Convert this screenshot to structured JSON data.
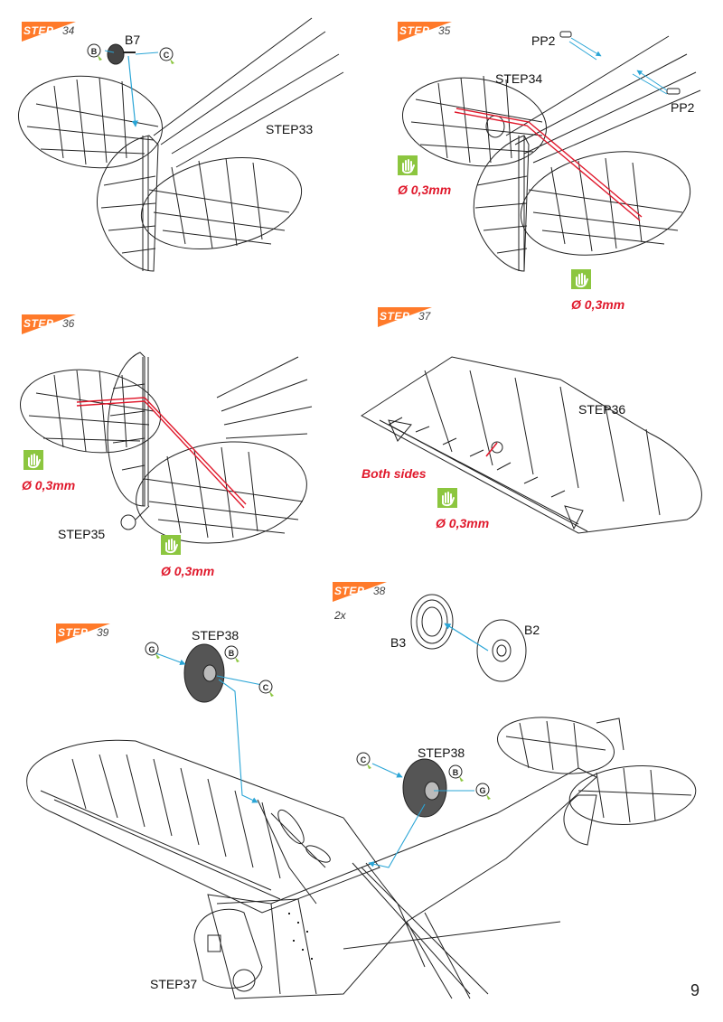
{
  "page": {
    "number": "9"
  },
  "steps": [
    {
      "id": "s34",
      "badge_word": "STEP",
      "badge_num": "34",
      "labels": {
        "b7": "B7",
        "ref": "STEP33"
      },
      "callouts": [
        "B",
        "C"
      ]
    },
    {
      "id": "s35",
      "badge_word": "STEP",
      "badge_num": "35",
      "labels": {
        "pp2a": "PP2",
        "pp2b": "PP2",
        "ref": "STEP34"
      },
      "wire": "Ø 0,3mm"
    },
    {
      "id": "s36",
      "badge_word": "STEP",
      "badge_num": "36",
      "labels": {
        "ref": "STEP35"
      },
      "wire": "Ø 0,3mm"
    },
    {
      "id": "s37",
      "badge_word": "STEP",
      "badge_num": "37",
      "labels": {
        "ref": "STEP36",
        "note": "Both sides"
      },
      "wire": "Ø 0,3mm"
    },
    {
      "id": "s38",
      "badge_word": "STEP",
      "badge_num": "38",
      "labels": {
        "qty": "2x",
        "b3": "B3",
        "b2": "B2"
      }
    },
    {
      "id": "s39",
      "badge_word": "STEP",
      "badge_num": "39",
      "labels": {
        "ref_top": "STEP38",
        "ref_mid": "STEP38",
        "ref_bottom": "STEP37"
      },
      "callouts": [
        "G",
        "B",
        "C"
      ]
    }
  ],
  "colors": {
    "accent": "#ff7a2a",
    "wire": "#e0192c",
    "arrow": "#2aa5d6",
    "hand_bg": "#8cc63f"
  }
}
